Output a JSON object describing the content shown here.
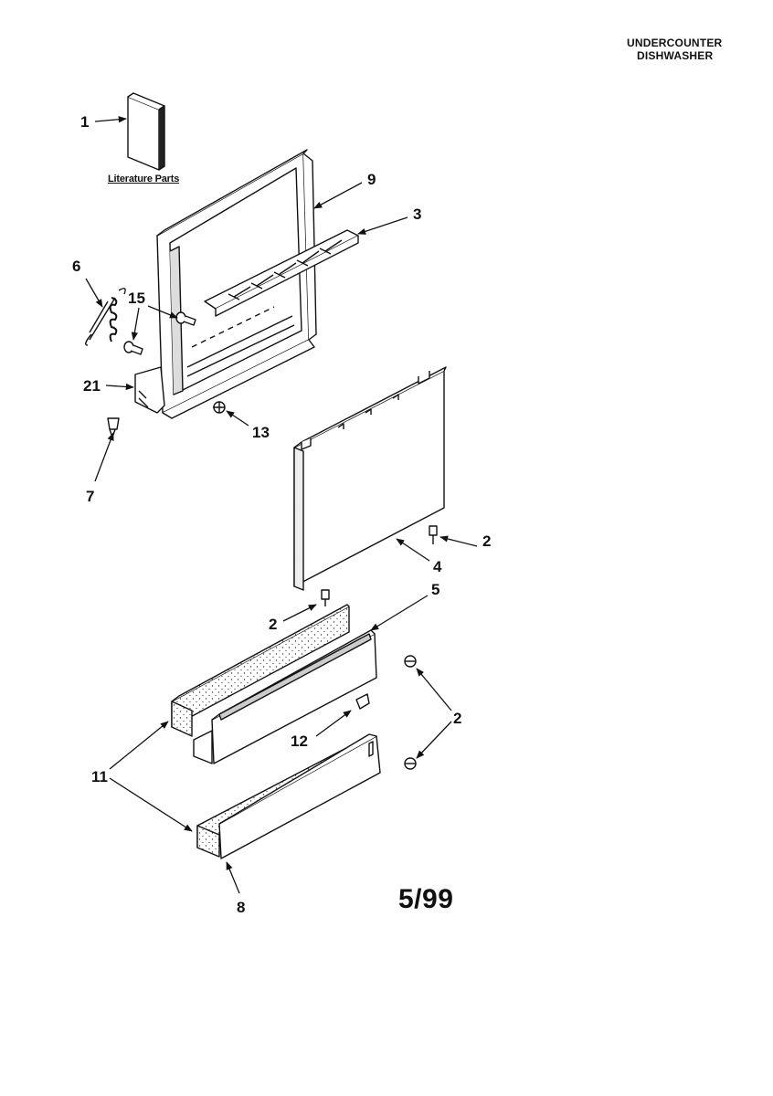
{
  "header": {
    "line1": "UNDERCOUNTER",
    "line2": "DISHWASHER"
  },
  "literature_label": "Literature Parts",
  "date_code": "5/99",
  "callouts": {
    "c1": "1",
    "c9": "9",
    "c3": "3",
    "c6": "6",
    "c15": "15",
    "c21": "21",
    "c13": "13",
    "c7": "7",
    "c2a": "2",
    "c4": "4",
    "c2b": "2",
    "c5": "5",
    "c2c": "2",
    "c12": "12",
    "c11": "11",
    "c8": "8"
  }
}
